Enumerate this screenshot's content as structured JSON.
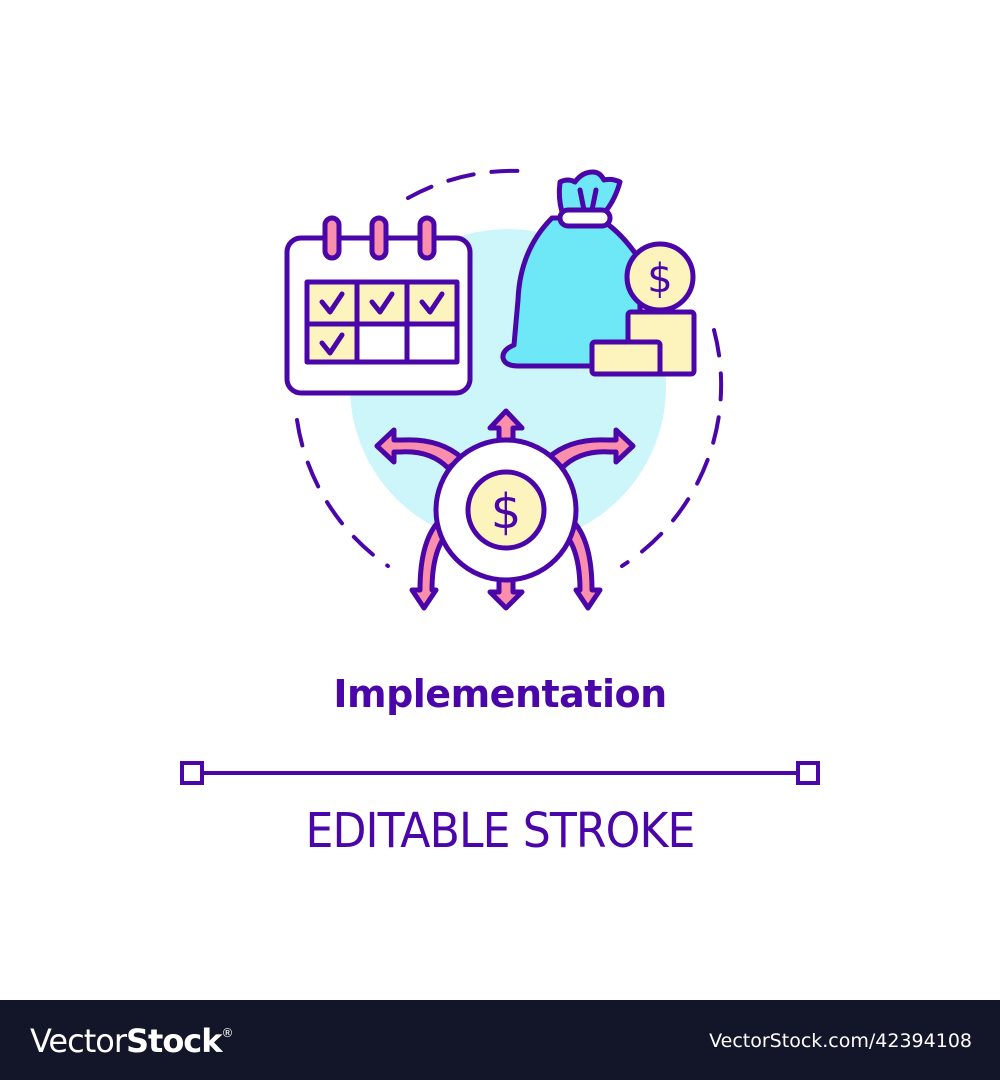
{
  "illustration": {
    "concept": "implementation",
    "icons": [
      "calendar-icon",
      "money-bag-icon",
      "coin-stack-icon",
      "dollar-distribution-icon"
    ],
    "calendar": {
      "checked_cells": 4,
      "total_cells": 6
    },
    "colors": {
      "stroke": "#4a06a8",
      "pink": "#f98fad",
      "cyan": "#6ee7f7",
      "light_cyan": "#cdf6fb",
      "yellow": "#fdf3bd",
      "white": "#ffffff"
    }
  },
  "text": {
    "title": "Implementation",
    "subtitle": "EDITABLE STROKE"
  },
  "footer": {
    "brand_light": "Vector",
    "brand_bold": "Stock",
    "registered": "®",
    "image_ref": "VectorStock.com/42394108",
    "background": "#131628"
  }
}
